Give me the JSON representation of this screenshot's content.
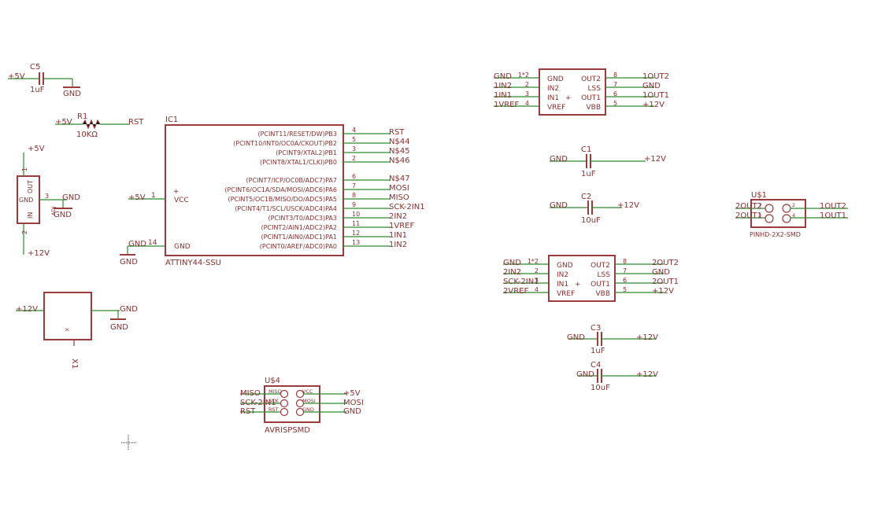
{
  "colors": {
    "symbol": "#9b3b3b",
    "wire": "#2f8a2f",
    "label": "#8b2f2f",
    "background": "#ffffff"
  },
  "parts": {
    "c5": {
      "name": "C5",
      "value": "1uF",
      "net_left": "+5V",
      "net_right": "GND"
    },
    "r1": {
      "name": "R1",
      "value": "10KΩ",
      "net_left": "+5V",
      "net_right": "RST"
    },
    "reg": {
      "pin_top": "1",
      "pin_mid": "3",
      "pin_bottom": "2",
      "label_out": "OUT",
      "label_gnd": "GND",
      "label_in": "IN",
      "label_adj": "ADJ",
      "net_top": "+5V",
      "net_mid_a": "GND",
      "net_mid_b": "GND",
      "net_bottom": "+12V"
    },
    "ic1": {
      "name": "IC1",
      "value": "ATTINY44-SSU",
      "vcc_label": "VCC",
      "gnd_label": "GND",
      "vcc_pin": "1",
      "gnd_pin": "14",
      "vcc_net": "+5V",
      "gnd_net_a": "GND",
      "gnd_net_b": "GND",
      "right_pins": [
        {
          "label": "(PCINT11/RESET/DW)PB3",
          "num": "4",
          "net": "RST"
        },
        {
          "label": "(PCINT10/INT0/OC0A/CKOUT)PB2",
          "num": "5",
          "net": "N$44"
        },
        {
          "label": "(PCINT9/XTAL2)PB1",
          "num": "3",
          "net": "N$45"
        },
        {
          "label": "(PCINT8/XTAL1/CLKI)PB0",
          "num": "2",
          "net": "N$46"
        },
        {
          "label": "(PCINT7/ICP/OC0B/ADC7)PA7",
          "num": "6",
          "net": "N$47"
        },
        {
          "label": "(PCINT6/OC1A/SDA/MOSI/ADC6)PA6",
          "num": "7",
          "net": "MOSI"
        },
        {
          "label": "(PCINT5/OC1B/MISO/DO/ADC5)PA5",
          "num": "8",
          "net": "MISO"
        },
        {
          "label": "(PCINT4/T1/SCL/USCK/ADC4)PA4",
          "num": "9",
          "net": "SCK-2IN1"
        },
        {
          "label": "(PCINT3/T0/ADC3)PA3",
          "num": "10",
          "net": "2IN2"
        },
        {
          "label": "(PCINT2/AIN1/ADC2)PA2",
          "num": "11",
          "net": "1VREF"
        },
        {
          "label": "(PCINT1/AIN0/ADC1)PA1",
          "num": "12",
          "net": "1IN1"
        },
        {
          "label": "(PCINT0/AREF/ADC0)PA0",
          "num": "13",
          "net": "1IN2"
        }
      ]
    },
    "x1": {
      "name": "X1",
      "pin": "X",
      "net_left": "+12V",
      "net_right_a": "GND",
      "net_right_b": "GND"
    },
    "u4": {
      "name": "U$4",
      "value": "AVRISPSMD",
      "left_pins": [
        "MISO",
        "SCK",
        "RST"
      ],
      "right_pins": [
        "VCC",
        "MOSI",
        "GND"
      ],
      "left_nets": [
        "MISO",
        "SCK-2IN1",
        "RST"
      ],
      "right_nets": [
        "+5V",
        "MOSI",
        "GND"
      ]
    },
    "drv1": {
      "left_pins": [
        {
          "num": "1*2",
          "label": "GND",
          "net": "GND"
        },
        {
          "num": "2",
          "label": "IN2",
          "net": "1IN2"
        },
        {
          "num": "3",
          "label": "IN1",
          "net": "1IN1"
        },
        {
          "num": "4",
          "label": "VREF",
          "net": "1VREF"
        }
      ],
      "right_pins": [
        {
          "num": "8",
          "label": "OUT2",
          "net": "1OUT2"
        },
        {
          "num": "7",
          "label": "LSS",
          "net": "GND"
        },
        {
          "num": "6",
          "label": "OUT1",
          "net": "1OUT1"
        },
        {
          "num": "5",
          "label": "VBB",
          "net": "+12V"
        }
      ]
    },
    "drv2": {
      "left_pins": [
        {
          "num": "1*2",
          "label": "GND",
          "net": "GND"
        },
        {
          "num": "2",
          "label": "IN2",
          "net": "2IN2"
        },
        {
          "num": "3",
          "label": "IN1",
          "net": "SCK-2IN1"
        },
        {
          "num": "4",
          "label": "VREF",
          "net": "2VREF"
        }
      ],
      "right_pins": [
        {
          "num": "8",
          "label": "OUT2",
          "net": "2OUT2"
        },
        {
          "num": "7",
          "label": "LSS",
          "net": "GND"
        },
        {
          "num": "6",
          "label": "OUT1",
          "net": "2OUT1"
        },
        {
          "num": "5",
          "label": "VBB",
          "net": "+12V"
        }
      ]
    },
    "c1": {
      "name": "C1",
      "value": "1uF",
      "net_left": "GND",
      "net_right": "+12V"
    },
    "c2": {
      "name": "C2",
      "value": "10uF",
      "net_left": "GND",
      "net_right": "+12V"
    },
    "c3": {
      "name": "C3",
      "value": "1uF",
      "net_left": "GND",
      "net_right": "+12V"
    },
    "c4": {
      "name": "C4",
      "value": "10uF",
      "net_left": "GND",
      "net_right": "+12V"
    },
    "u1": {
      "name": "U$1",
      "value": "PINHD-2X2-SMD",
      "pins": [
        "1",
        "3",
        "2",
        "4"
      ],
      "net_left": [
        "2OUT2",
        "2OUT1"
      ],
      "net_right": [
        "1OUT2",
        "1OUT1"
      ]
    }
  }
}
